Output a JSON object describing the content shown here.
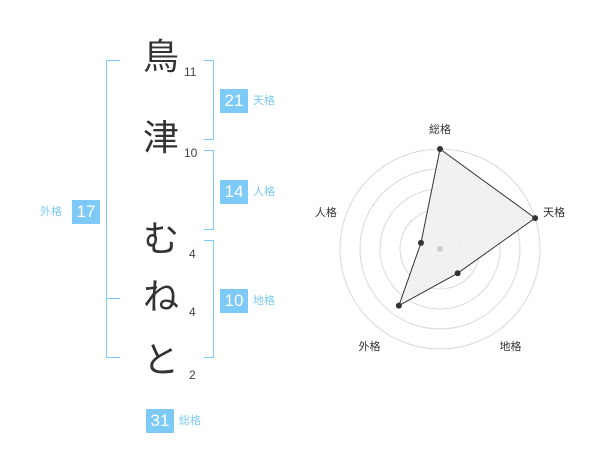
{
  "name": {
    "characters": [
      {
        "char": "鳥",
        "strokes": "11"
      },
      {
        "char": "津",
        "strokes": "10"
      },
      {
        "char": "む",
        "strokes": "4"
      },
      {
        "char": "ね",
        "strokes": "4"
      },
      {
        "char": "と",
        "strokes": "2"
      }
    ]
  },
  "fortune": {
    "tenkaku": {
      "value": "21",
      "label": "天格"
    },
    "jinkaku": {
      "value": "14",
      "label": "人格"
    },
    "chikaku": {
      "value": "10",
      "label": "地格"
    },
    "gaikaku": {
      "value": "17",
      "label": "外格"
    },
    "soukaku": {
      "value": "31",
      "label": "総格"
    }
  },
  "colors": {
    "accent": "#7ccaf5",
    "text": "#333333"
  },
  "chart_data": {
    "type": "radar",
    "axes": [
      "総格",
      "天格",
      "地格",
      "外格",
      "人格"
    ],
    "levels": 5,
    "values": [
      5,
      5,
      1.5,
      3.5,
      1.0
    ],
    "max": 5
  }
}
